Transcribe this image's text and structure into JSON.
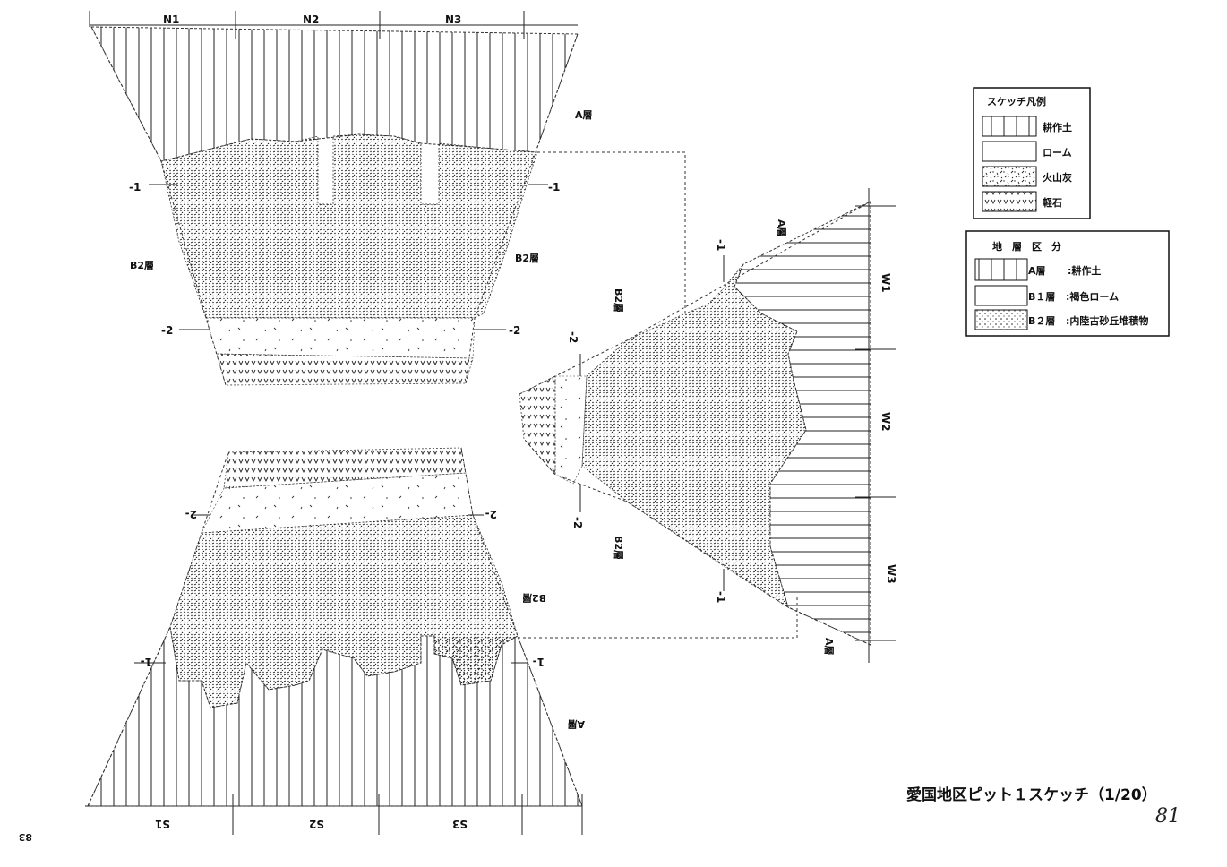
{
  "title": "愛国地区ピット１スケッチ（1/20）",
  "page_number": "81",
  "corner_mark": "83",
  "north_wall": {
    "columns": [
      "N1",
      "N2",
      "N3"
    ],
    "layer_a": "A層",
    "layer_b2_left": "B2層",
    "layer_b2_right": "B2層",
    "marker_1": "-1",
    "marker_2": "-2"
  },
  "south_wall": {
    "columns": [
      "S1",
      "S2",
      "S3"
    ],
    "layer_a": "A層",
    "layer_b2": "B2層",
    "marker_1": "1-",
    "marker_2": "2-"
  },
  "west_wall": {
    "columns": [
      "W1",
      "W2",
      "W3"
    ],
    "layer_a_top": "A層",
    "layer_a_bottom": "A層",
    "layer_b2_top": "B2層",
    "layer_b2_bottom": "B2層",
    "marker_1_top": "-1",
    "marker_1_bottom": "-1",
    "marker_2_top": "-2",
    "marker_2_bottom": "-2"
  },
  "legend_sketch": {
    "heading": "スケッチ凡例",
    "items": [
      {
        "pattern": "vertical-lines",
        "label": "耕作土"
      },
      {
        "pattern": "blank",
        "label": "ローム"
      },
      {
        "pattern": "ash",
        "label": "火山灰"
      },
      {
        "pattern": "pumice",
        "label": "軽石"
      }
    ]
  },
  "legend_strata": {
    "heading": "地　層　区　分",
    "items": [
      {
        "pattern": "vertical-lines",
        "code": "A層",
        "label": ":耕作土"
      },
      {
        "pattern": "blank",
        "code": "B１層",
        "label": ":褐色ローム"
      },
      {
        "pattern": "dots",
        "code": "B２層",
        "label": ":内陸古砂丘堆積物"
      }
    ]
  }
}
